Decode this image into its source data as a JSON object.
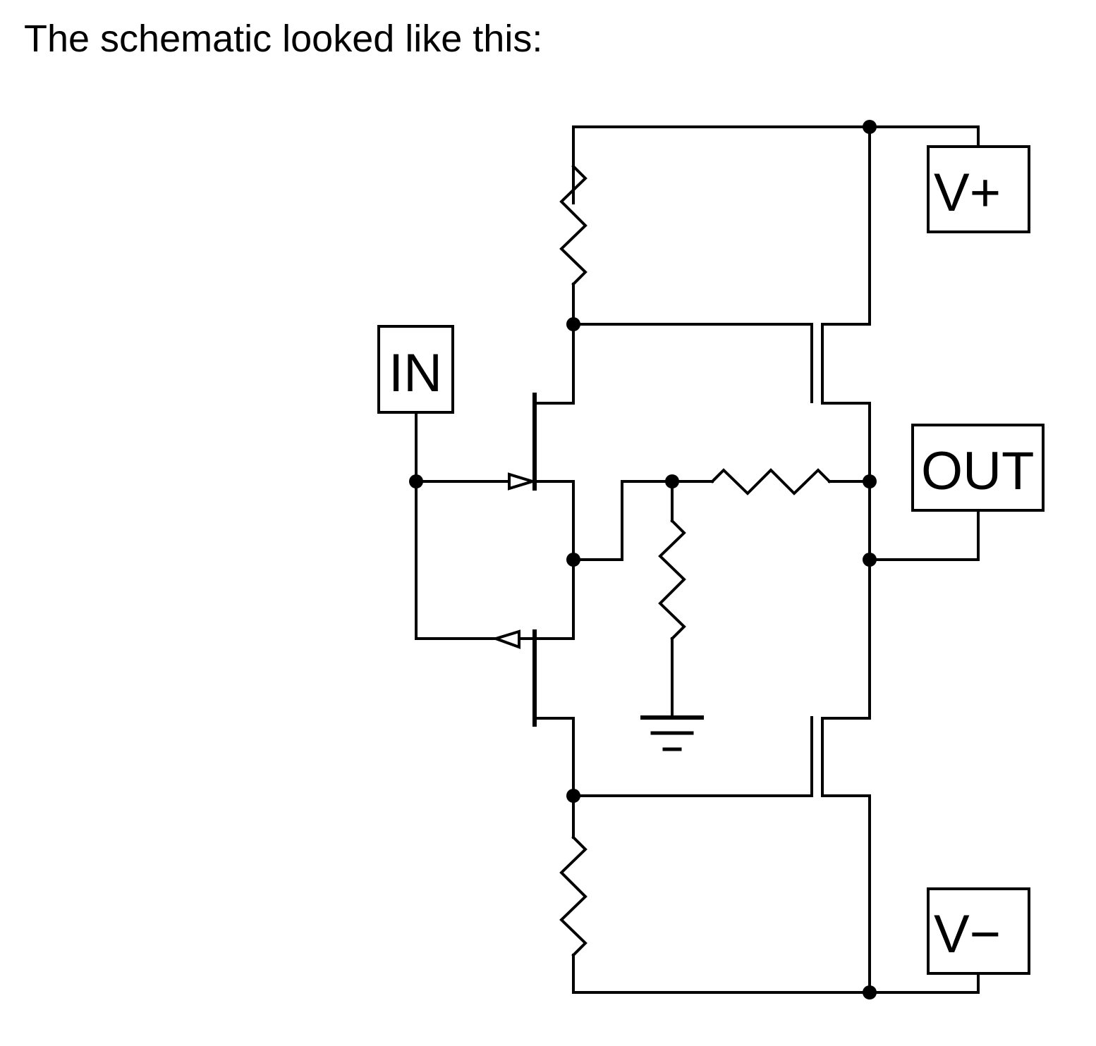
{
  "caption": "The schematic looked like this:",
  "diagram": {
    "type": "circuit-schematic",
    "description": "Complementary JFET-driven push-pull output stage with feedback divider",
    "labels": {
      "vplus": "V+",
      "vminus": "V−",
      "input": "IN",
      "output": "OUT"
    },
    "components": [
      {
        "id": "R1",
        "kind": "resistor",
        "role": "upper drain load from V+"
      },
      {
        "id": "R2",
        "kind": "resistor",
        "role": "lower drain load to V−"
      },
      {
        "id": "R3",
        "kind": "resistor",
        "role": "feedback from output"
      },
      {
        "id": "R4",
        "kind": "resistor",
        "role": "feedback divider to ground"
      },
      {
        "id": "J1",
        "kind": "n-channel JFET",
        "role": "upper input device, gate from IN"
      },
      {
        "id": "J2",
        "kind": "p-channel JFET",
        "role": "lower input device, gate from IN"
      },
      {
        "id": "M1",
        "kind": "MOSFET",
        "role": "upper output transistor"
      },
      {
        "id": "M2",
        "kind": "MOSFET",
        "role": "lower output transistor"
      },
      {
        "id": "GND",
        "kind": "ground"
      }
    ]
  }
}
